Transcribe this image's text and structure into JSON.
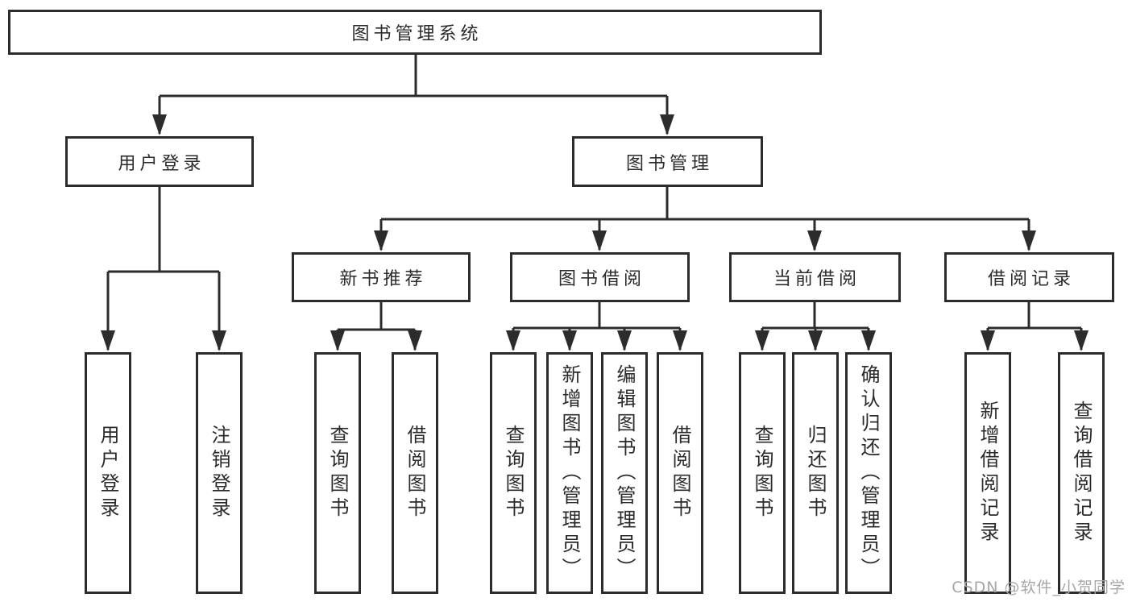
{
  "diagram": {
    "root": "图书管理系统",
    "level2": [
      "用户登录",
      "图书管理"
    ],
    "level3": [
      "新书推荐",
      "图书借阅",
      "当前借阅",
      "借阅记录"
    ],
    "leaves": {
      "user_login": [
        "用户登录",
        "注销登录"
      ],
      "new_book_recommend": [
        "查询图书",
        "借阅图书"
      ],
      "book_borrowing": [
        "查询图书",
        "新增图书（管理员）",
        "编辑图书（管理员）",
        "借阅图书"
      ],
      "current_borrowing": [
        "查询图书",
        "归还图书",
        "确认归还（管理员）"
      ],
      "borrowing_records": [
        "新增借阅记录",
        "查询借阅记录"
      ]
    }
  },
  "watermark": "CSDN @软件_小贺同学",
  "colors": {
    "line": "#2c2c2c",
    "box_border": "#2c2c2c",
    "text": "#2b2b2b",
    "watermark": "#a6a6a6",
    "background": "#ffffff"
  }
}
